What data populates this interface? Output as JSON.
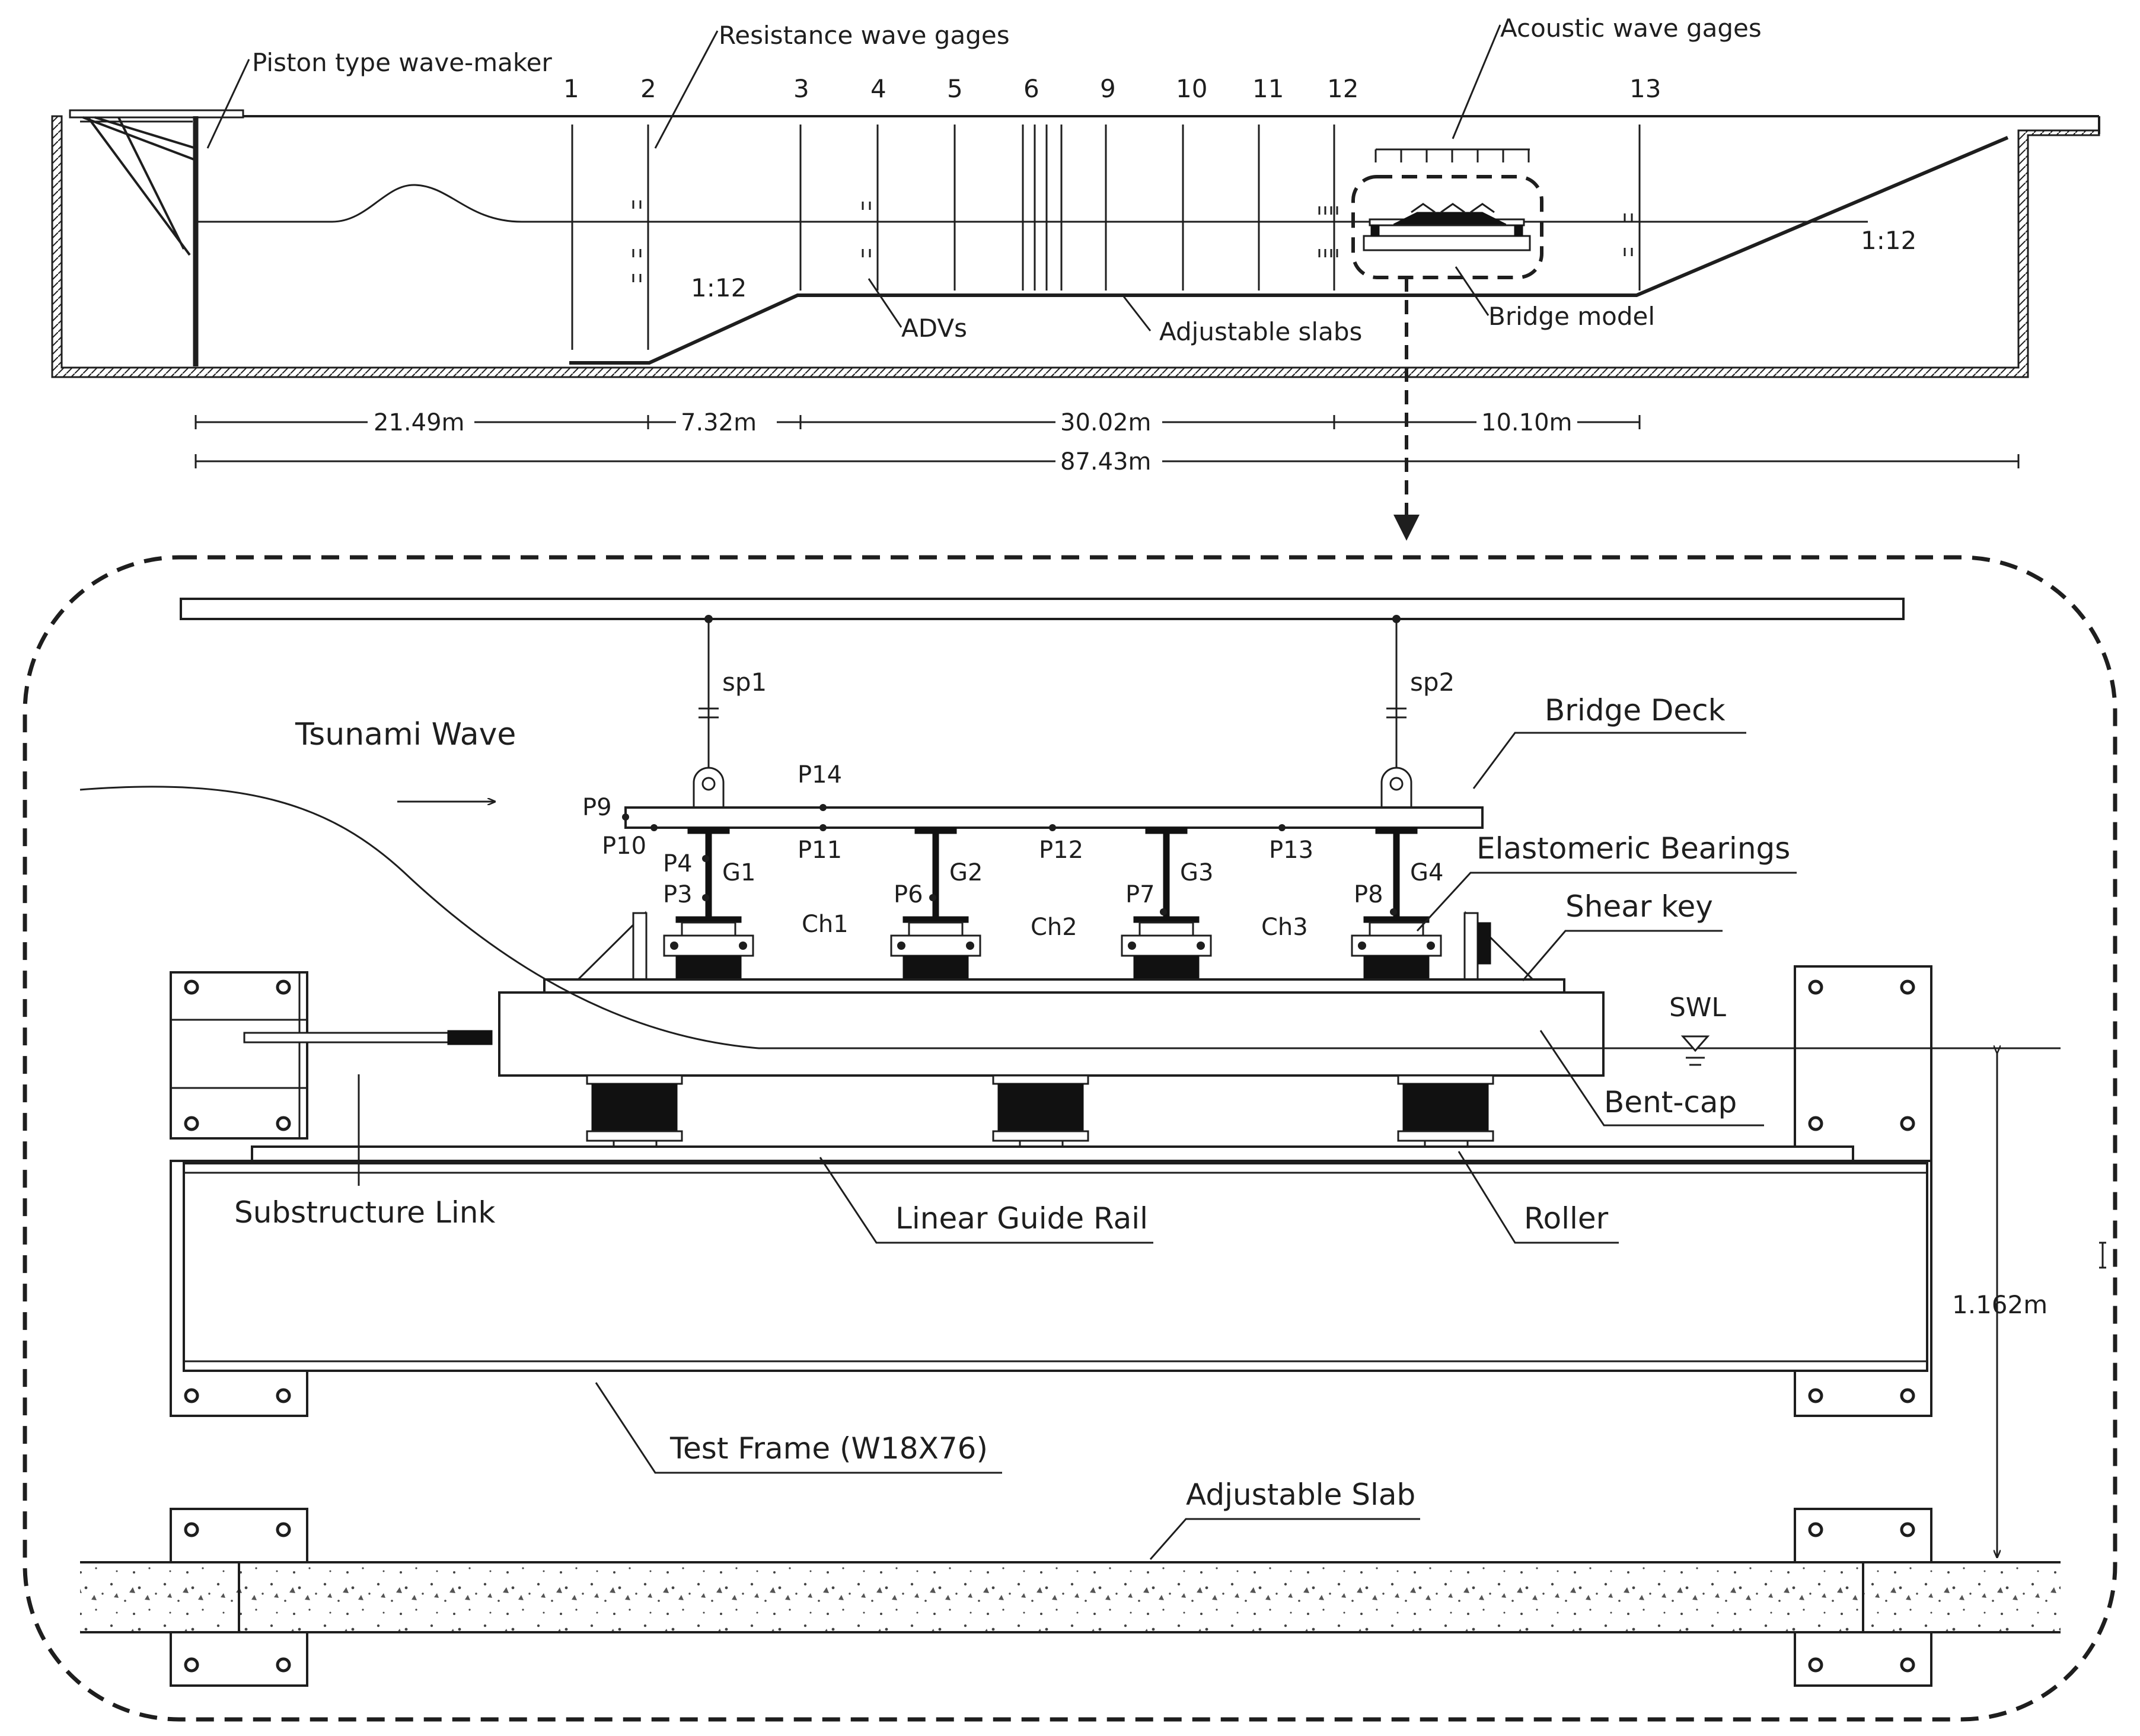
{
  "flume": {
    "labels": {
      "wavemaker": "Piston type wave-maker",
      "resistance_gages": "Resistance wave gages",
      "acoustic_gages": "Acoustic wave gages",
      "slope_left": "1:12",
      "slope_right": "1:12",
      "advs": "ADVs",
      "adjustable_slabs": "Adjustable slabs",
      "bridge_model": "Bridge model"
    },
    "gage_numbers": [
      "1",
      "2",
      "3",
      "4",
      "5",
      "6",
      "9",
      "10",
      "11",
      "12",
      "13"
    ],
    "dimensions": {
      "seg1": "21.49m",
      "seg2": "7.32m",
      "seg3": "30.02m",
      "seg4": "10.10m",
      "total": "87.43m"
    }
  },
  "detail": {
    "tsunami_wave": "Tsunami Wave",
    "springs": [
      "sp1",
      "sp2"
    ],
    "sensors": {
      "p3": "P3",
      "p4": "P4",
      "p6": "P6",
      "p7": "P7",
      "p8": "P8",
      "p9": "P9",
      "p10": "P10",
      "p11": "P11",
      "p12": "P12",
      "p13": "P13",
      "p14": "P14"
    },
    "girders": [
      "G1",
      "G2",
      "G3",
      "G4"
    ],
    "chambers": [
      "Ch1",
      "Ch2",
      "Ch3"
    ],
    "labels": {
      "bridge_deck": "Bridge Deck",
      "elastomeric_bearings": "Elastomeric Bearings",
      "shear_key": "Shear key",
      "swl": "SWL",
      "bent_cap": "Bent-cap",
      "substructure_link": "Substructure Link",
      "linear_guide_rail": "Linear Guide Rail",
      "roller": "Roller",
      "test_frame": "Test Frame (W18X76)",
      "adjustable_slab": "Adjustable Slab",
      "height": "1.162m"
    }
  }
}
